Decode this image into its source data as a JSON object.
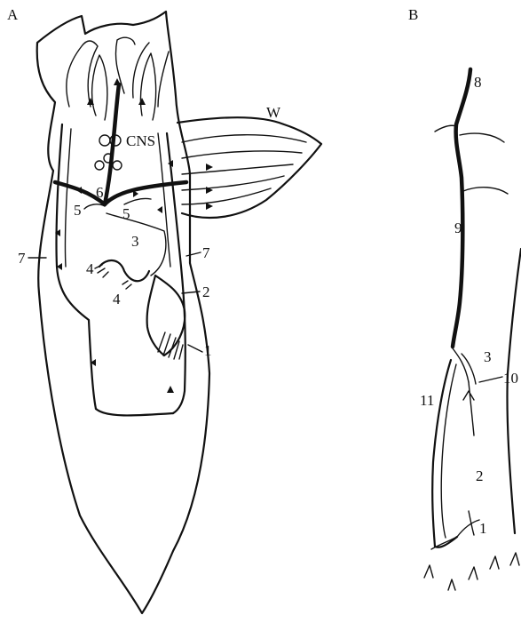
{
  "panels": {
    "a": {
      "letter": "A"
    },
    "b": {
      "letter": "B"
    }
  },
  "labels_a": {
    "w": "W",
    "cns": "CNS",
    "n1": "1",
    "n2": "2",
    "n3": "3",
    "n4a": "4",
    "n4b": "4",
    "n5a": "5",
    "n5b": "5",
    "n6": "6",
    "n7a": "7",
    "n7b": "7"
  },
  "labels_b": {
    "n1": "1",
    "n2": "2",
    "n3": "3",
    "n8": "8",
    "n9": "9",
    "n10": "10",
    "n11": "11"
  },
  "colors": {
    "ink": "#111111",
    "background": "#ffffff"
  }
}
